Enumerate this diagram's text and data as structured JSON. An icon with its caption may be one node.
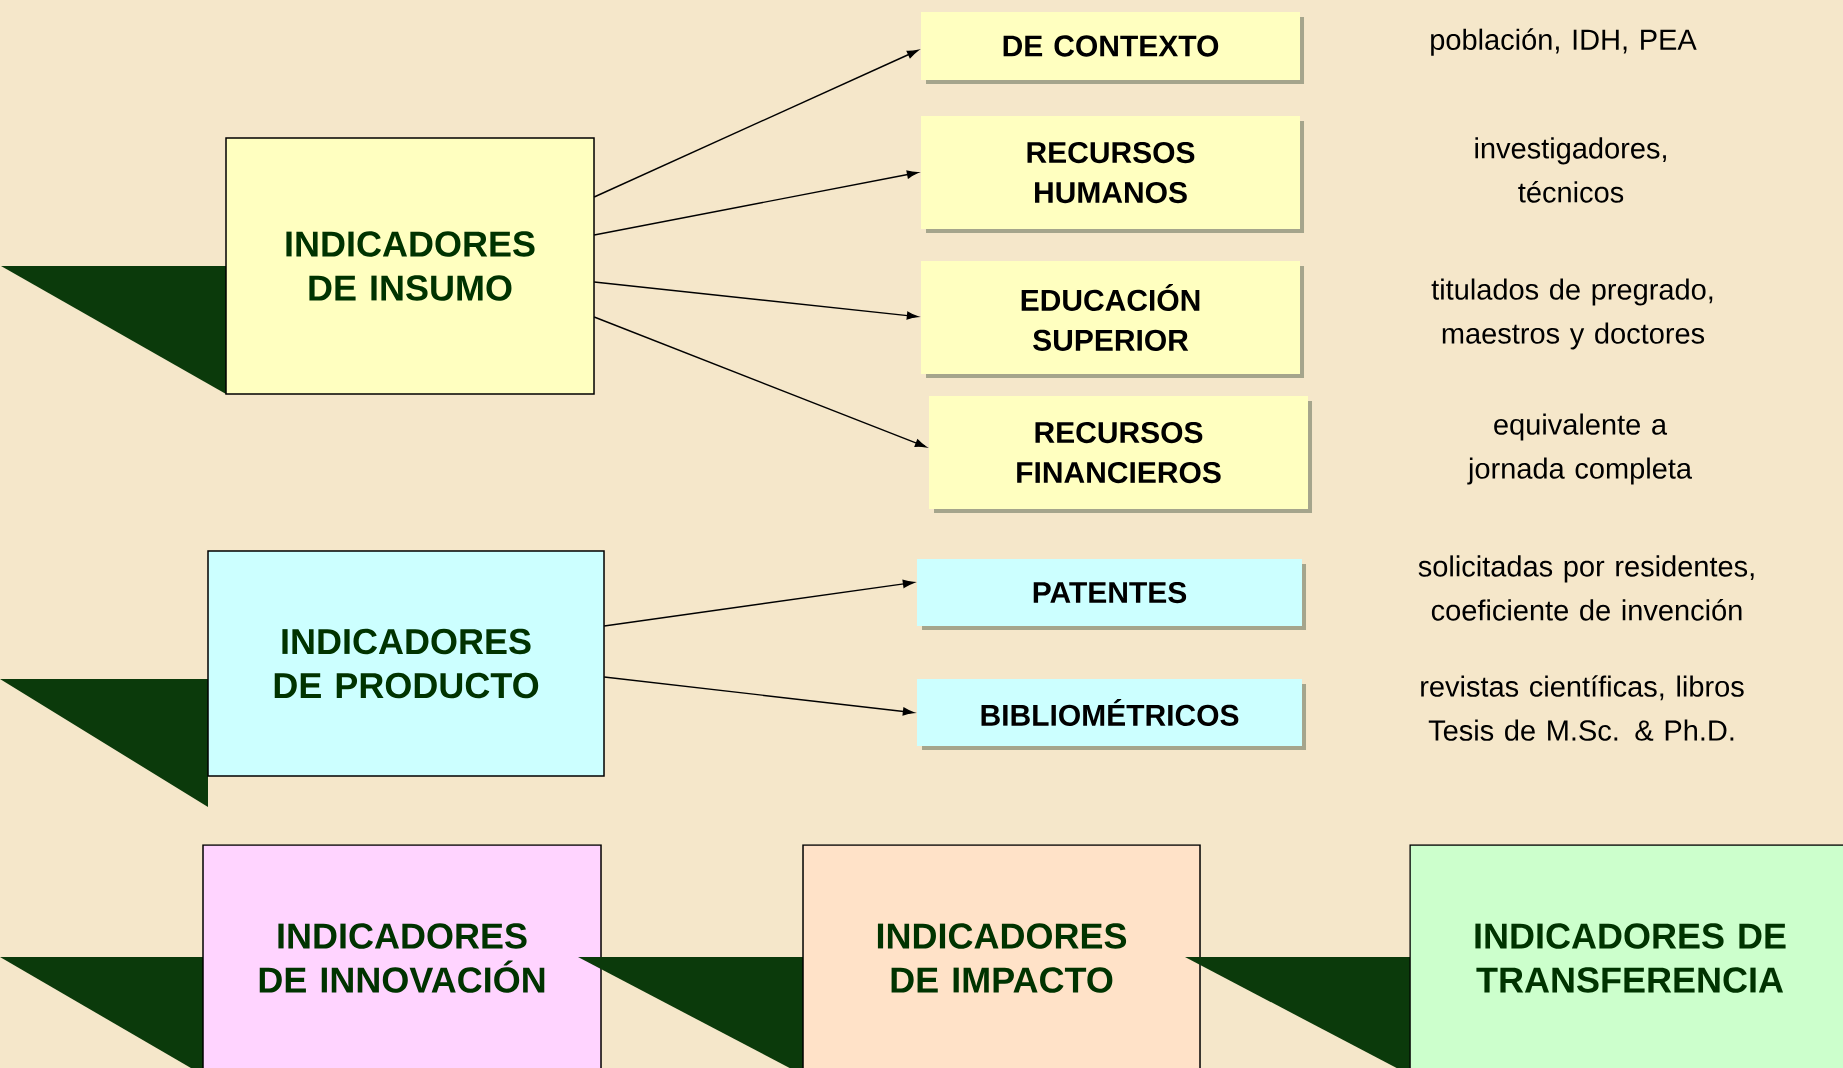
{
  "diagram": {
    "nodes": [
      {
        "text": [
          "INDICADORES DE INSUMO"
        ]
      },
      {
        "text": [
          "DE CONTEXTO"
        ]
      },
      {
        "text": [
          "RECURSOS HUMANOS"
        ]
      },
      {
        "text": [
          "EDUCACIÓN SUPERIOR"
        ]
      },
      {
        "text": [
          "RECURSOS FINANCIEROS"
        ]
      },
      {
        "text": [
          "INDICADORES DE PRODUCTO"
        ]
      },
      {
        "text": [
          "PATENTES"
        ]
      },
      {
        "text": [
          "BIBLIOMÉTRICOS"
        ]
      },
      {
        "text": [
          "INDICADORES DE INNOVACIÓN"
        ]
      },
      {
        "text": [
          "INDICADORES DE IMPACTO"
        ]
      },
      {
        "text": [
          "INDICADORES DE TRANSFERENCIA"
        ]
      }
    ],
    "edges": [
      {
        "from": 0,
        "to": 1,
        "arrow": "to"
      },
      {
        "from": 0,
        "to": 2,
        "arrow": "to"
      },
      {
        "from": 0,
        "to": 3,
        "arrow": "to"
      },
      {
        "from": 0,
        "to": 4,
        "arrow": "to"
      },
      {
        "from": 5,
        "to": 6,
        "arrow": "to"
      },
      {
        "from": 5,
        "to": 7,
        "arrow": "to"
      }
    ],
    "labels": [
      "población, IDH, PEA",
      "investigadores, técnicos",
      "titulados de pregrado, maestros y doctores",
      "equivalente a jornada completa",
      "solicitadas por residentes, coeficiente de invención",
      "revistas científicas, libros Tesis de M.Sc. & Ph.D."
    ]
  }
}
